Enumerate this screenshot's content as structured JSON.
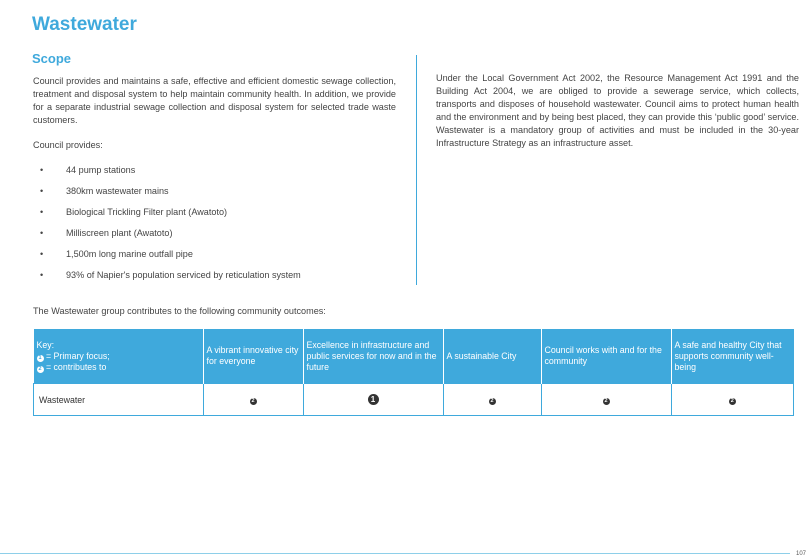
{
  "page": {
    "title": "Wastewater",
    "accent_color": "#3fa9dc",
    "page_number": "107"
  },
  "scope": {
    "heading": "Scope",
    "intro": "Council provides and maintains a safe, effective and efficient domestic sewage collection, treatment and disposal system to help maintain community health. In addition, we provide for a separate industrial sewage collection and disposal system for selected trade waste customers.",
    "provides_label": "Council provides:",
    "bullets": [
      "44 pump stations",
      "380km wastewater mains",
      "Biological Trickling Filter plant (Awatoto)",
      "Milliscreen plant (Awatoto)",
      "1,500m long marine outfall pipe",
      "93% of Napier's population serviced by reticulation system"
    ],
    "right_text": "Under the Local Government Act 2002, the Resource Management Act 1991 and the Building Act 2004, we are obliged to provide a sewerage service, which collects, transports and disposes of household wastewater. Council aims to protect human health and the environment and by being best placed, they can provide this ‘public good’ service.  Wastewater is a mandatory group of activities and must be included in the 30-year Infrastructure Strategy as an infrastructure asset."
  },
  "outcomes": {
    "intro": "The Wastewater group contributes to the following community outcomes:",
    "key": {
      "label": "Key:",
      "primary_symbol": "1",
      "primary_text": "= Primary focus;",
      "contributes_symbol": "2",
      "contributes_text": "= contributes to"
    },
    "columns": [
      "A vibrant innovative city for everyone",
      "Excellence in infrastructure and public services for now and in the future",
      "A sustainable City",
      "Council works with and for the community",
      "A safe and healthy City that supports community well-being"
    ],
    "row": {
      "label": "Wastewater",
      "values": [
        "2",
        "1",
        "2",
        "2",
        "2"
      ]
    }
  }
}
